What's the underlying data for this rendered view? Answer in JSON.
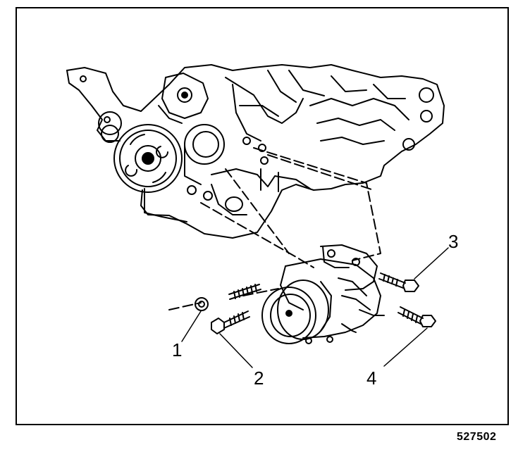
{
  "callouts": [
    "1",
    "2",
    "3",
    "4"
  ],
  "figure_number": "527502",
  "colors": {
    "line": "#000000",
    "background": "#ffffff"
  }
}
